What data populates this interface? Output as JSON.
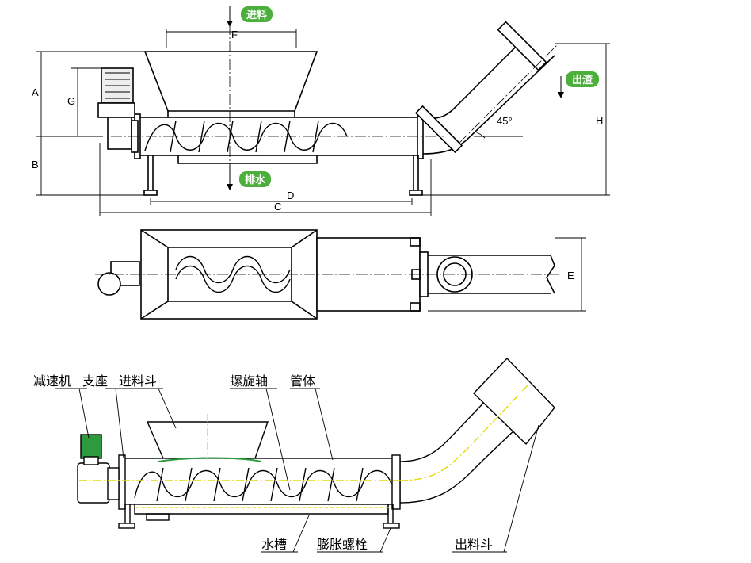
{
  "dimensions": {
    "F": "F",
    "A": "A",
    "G": "G",
    "B": "B",
    "D": "D",
    "C": "C",
    "H": "H",
    "E": "E",
    "angle": "45°"
  },
  "badges": {
    "inlet": "进料",
    "drain": "排水",
    "outlet": "出渣"
  },
  "parts": {
    "reducer": "减速机",
    "support": "支座",
    "inlet_hopper": "进料斗",
    "screw_shaft": "螺旋轴",
    "pipe_body": "管体",
    "water_tank": "水槽",
    "expansion_bolt": "膨胀螺栓",
    "outlet_hopper": "出料斗"
  },
  "colors": {
    "badge": "#4caf3c",
    "outline": "#000000",
    "motor_green": "#2e9a3e",
    "axis_yellow": "#e6d800"
  }
}
